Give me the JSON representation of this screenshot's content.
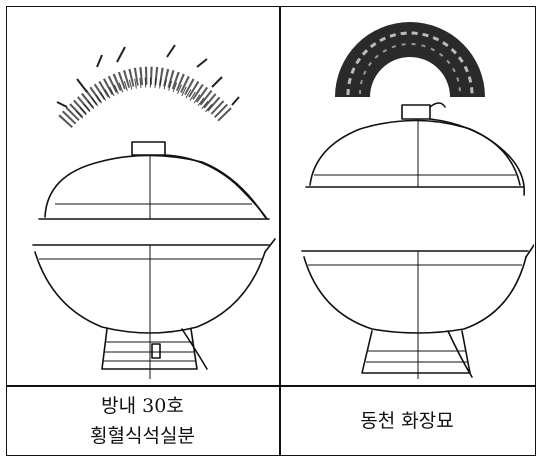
{
  "captions": {
    "left_line1": "방내 30호",
    "left_line2": "횡혈식석실분",
    "right": "동천 화장묘"
  }
}
